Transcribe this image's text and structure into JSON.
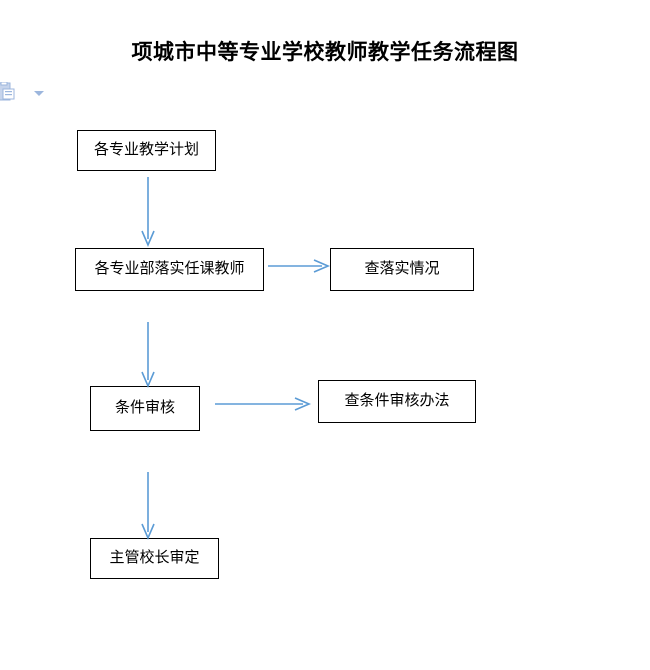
{
  "document": {
    "title": "项城市中等专业学校教师教学任务流程图"
  },
  "toolbar": {
    "paste_options": {
      "icon": "paste-clipboard-icon",
      "dropdown_icon": "chevron-down-icon"
    }
  },
  "flowchart": {
    "accent_color": "#5B9BD5",
    "border_color": "#000000",
    "nodes": [
      {
        "id": "plan",
        "label": "各专业教学计划"
      },
      {
        "id": "assign",
        "label": "各专业部落实任课教师"
      },
      {
        "id": "check",
        "label": "查落实情况"
      },
      {
        "id": "review",
        "label": "条件审核"
      },
      {
        "id": "method",
        "label": "查条件审核办法"
      },
      {
        "id": "approve",
        "label": "主管校长审定"
      }
    ],
    "connectors": [
      {
        "from": "plan",
        "to": "assign",
        "direction": "down"
      },
      {
        "from": "assign",
        "to": "check",
        "direction": "right"
      },
      {
        "from": "assign",
        "to": "review",
        "direction": "down"
      },
      {
        "from": "review",
        "to": "method",
        "direction": "right"
      },
      {
        "from": "review",
        "to": "approve",
        "direction": "down"
      }
    ]
  }
}
